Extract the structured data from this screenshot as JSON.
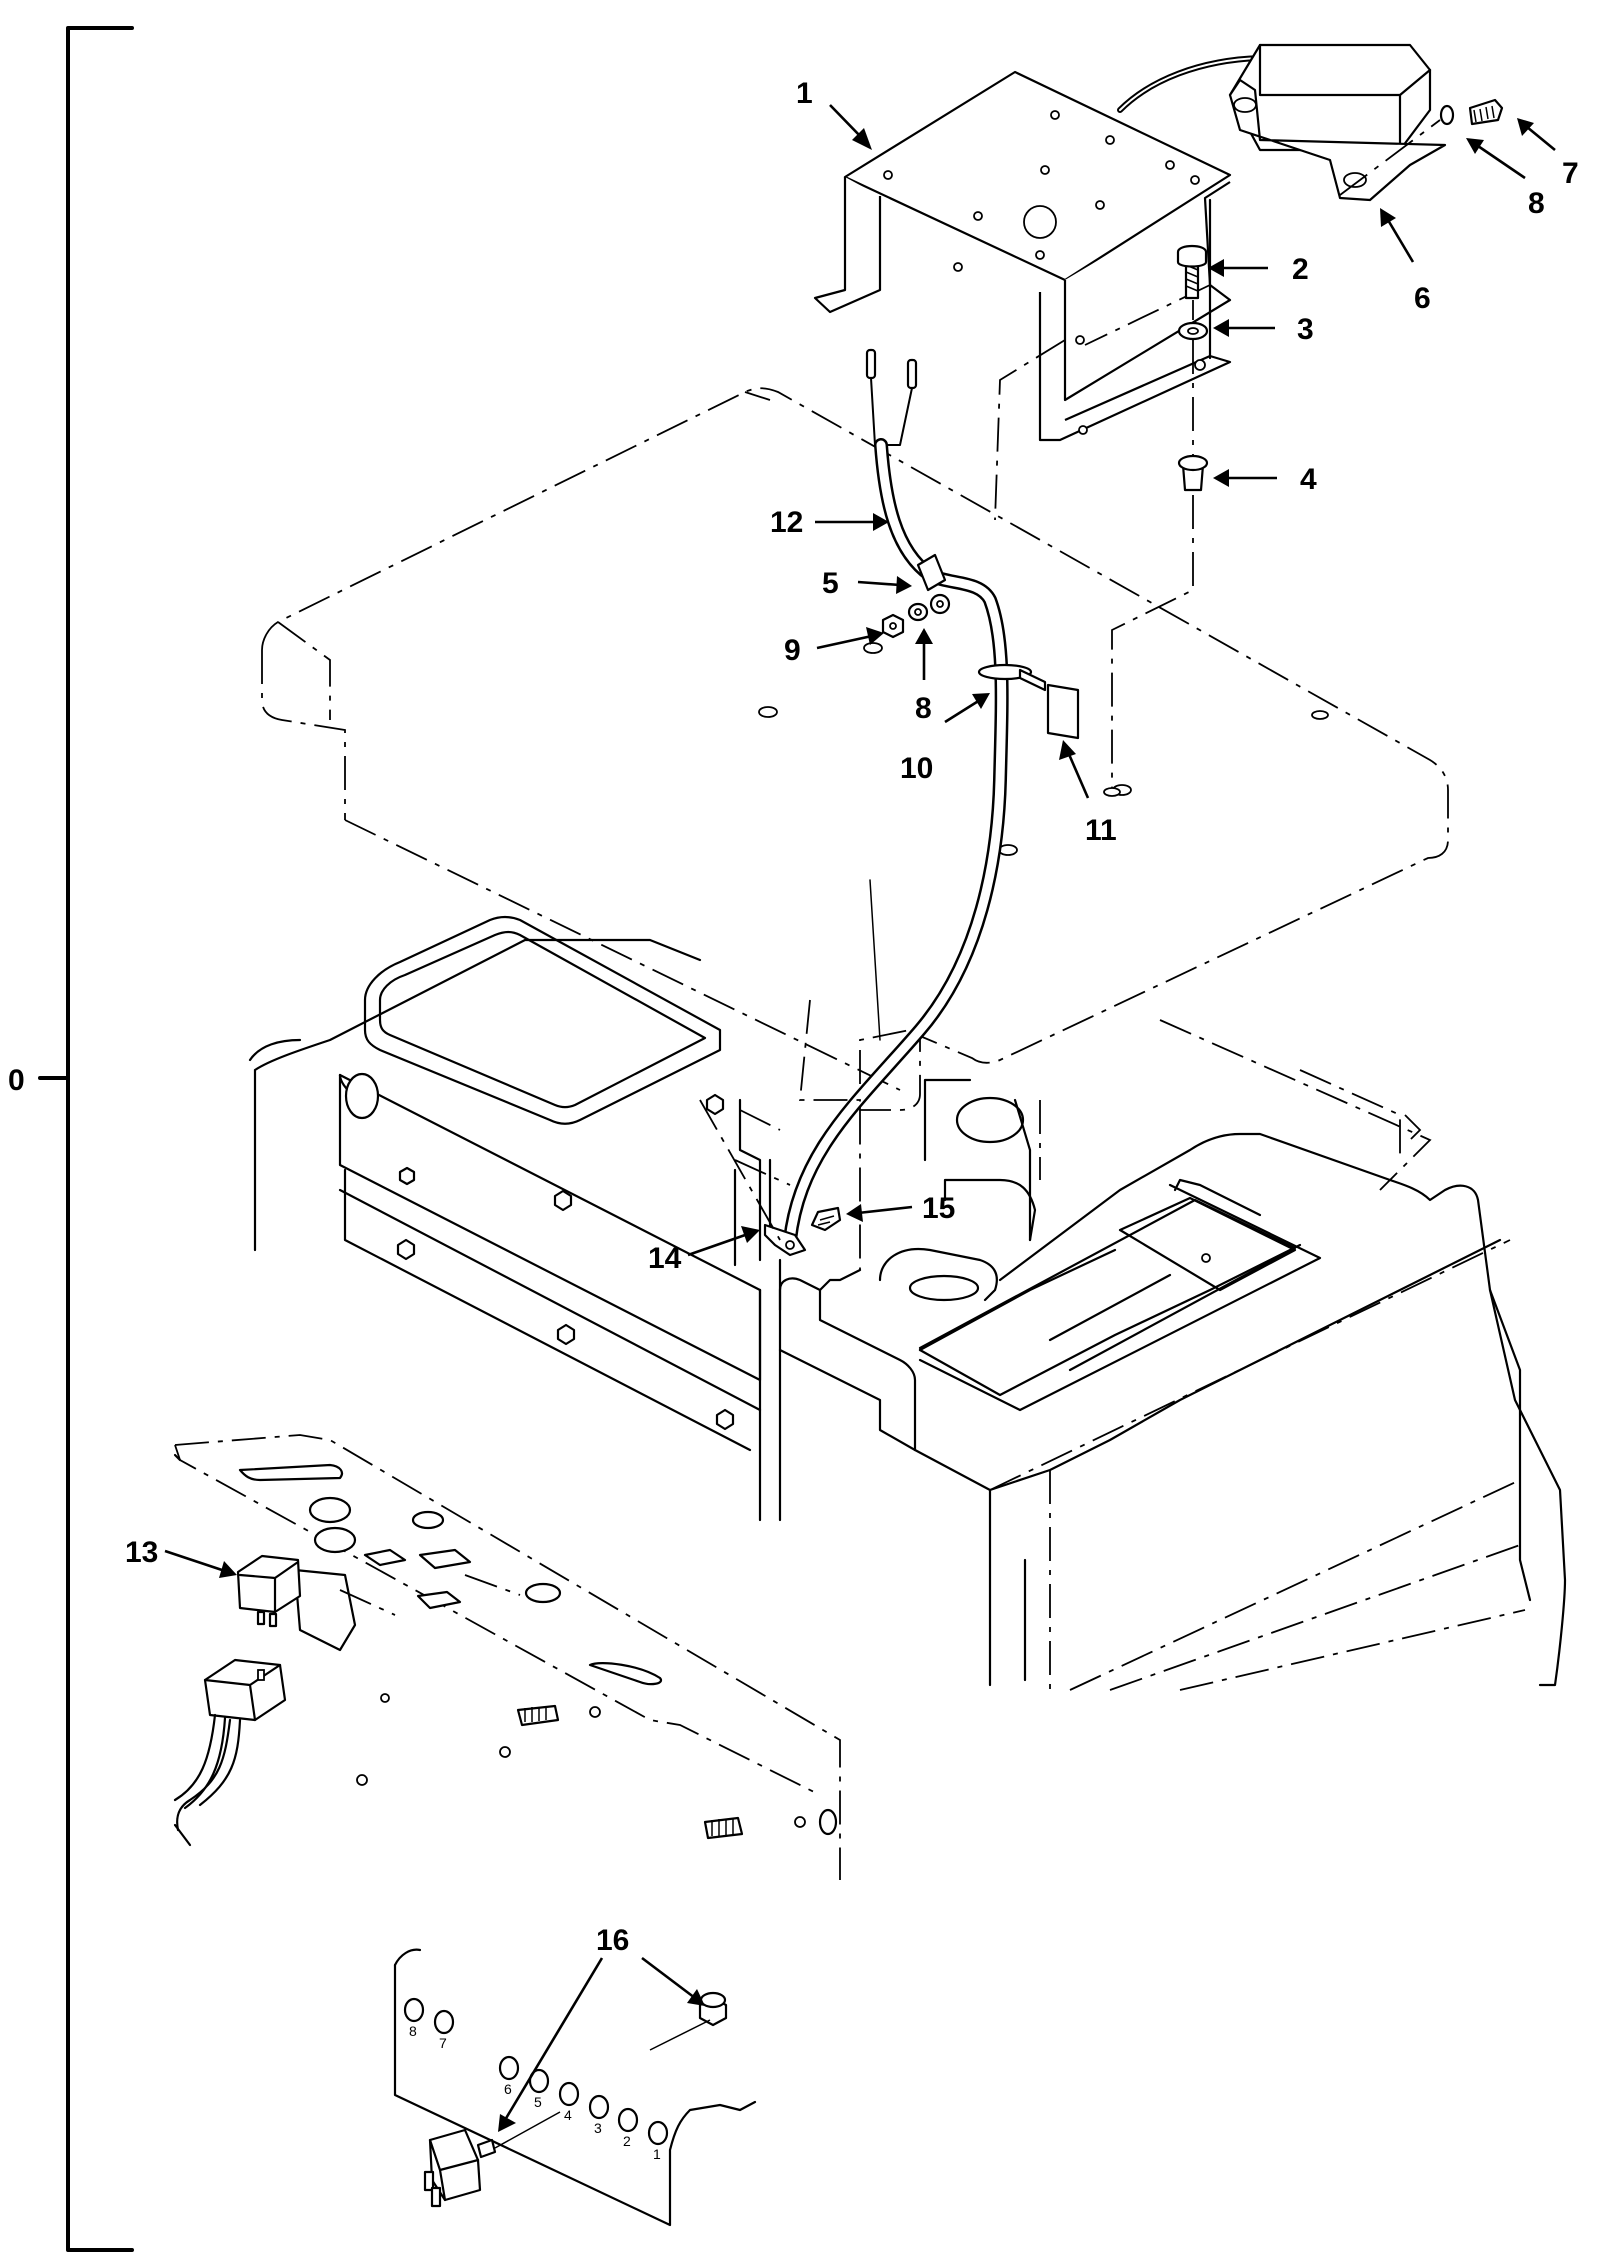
{
  "figure": {
    "bracket_label": "0",
    "callouts": [
      {
        "id": "c1",
        "label": "1"
      },
      {
        "id": "c2",
        "label": "2"
      },
      {
        "id": "c3",
        "label": "3"
      },
      {
        "id": "c4",
        "label": "4"
      },
      {
        "id": "c5",
        "label": "5"
      },
      {
        "id": "c6",
        "label": "6"
      },
      {
        "id": "c7",
        "label": "7"
      },
      {
        "id": "c8a",
        "label": "8"
      },
      {
        "id": "c8b",
        "label": "8"
      },
      {
        "id": "c9",
        "label": "9"
      },
      {
        "id": "c10",
        "label": "10"
      },
      {
        "id": "c11",
        "label": "11"
      },
      {
        "id": "c12",
        "label": "12"
      },
      {
        "id": "c13",
        "label": "13"
      },
      {
        "id": "c14",
        "label": "14"
      },
      {
        "id": "c15",
        "label": "15"
      },
      {
        "id": "c16",
        "label": "16"
      }
    ],
    "panel_numbers": [
      "8",
      "7",
      "6",
      "5",
      "4",
      "3",
      "2",
      "1"
    ]
  }
}
